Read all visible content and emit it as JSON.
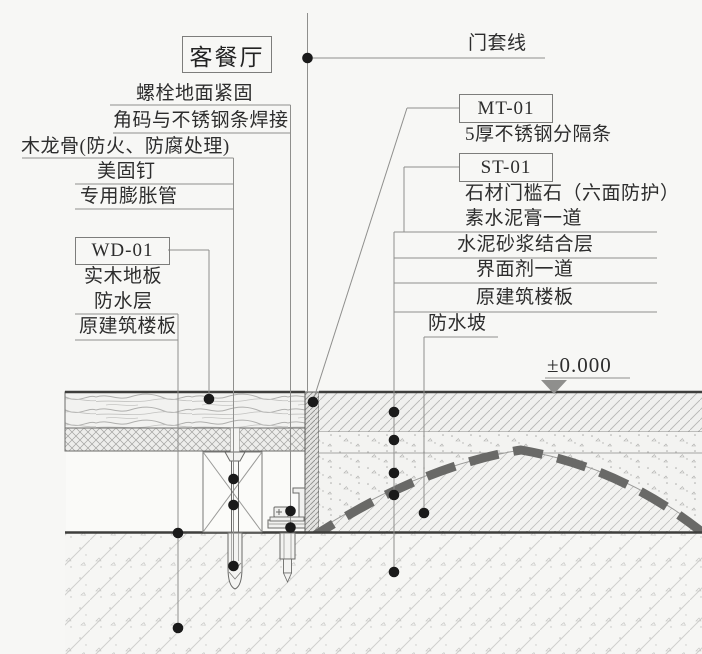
{
  "annotations": {
    "room": "客餐厅",
    "door_casing": "门套线",
    "bolt_fix": "螺栓地面紧固",
    "angle_weld": "角码与不锈钢条焊接",
    "wood_joist": "木龙骨(防火、防腐处理)",
    "nail": "美固钉",
    "expansion_tube": "专用膨胀管",
    "wd_code": "WD-01",
    "wood_floor": "实木地板",
    "waterproof_layer": "防水层",
    "slab_left": "原建筑楼板",
    "mt_code": "MT-01",
    "steel_strip": "5厚不锈钢分隔条",
    "st_code": "ST-01",
    "stone_threshold": "石材门槛石（六面防护）",
    "cement_paste": "素水泥膏一道",
    "mortar_bond": "水泥砂浆结合层",
    "interface_agent": "界面剂一道",
    "slab_right": "原建筑楼板",
    "waterproof_slope": "防水坡",
    "level_mark": "±0.000"
  },
  "colors": {
    "background": "#f7f7f5",
    "line_dark": "#3e3e3c",
    "leader_gray": "#8f8f8d",
    "slope_dash_gray": "#696967",
    "dot_black": "#1a1a1a",
    "level_triangle_gray": "#8f8f8d"
  }
}
